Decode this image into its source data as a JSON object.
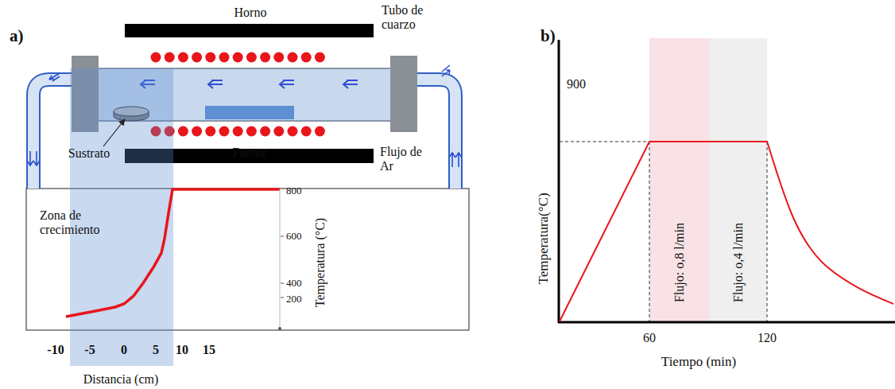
{
  "diagram": {
    "nodes": [
      {
        "text": [
          "Zona de crecimiento"
        ]
      },
      {
        "text": [
          "Flujo: o,8 l/min"
        ]
      },
      {
        "text": [
          "Flujo: o,4 l/min"
        ]
      }
    ],
    "labels": [
      "a)",
      "Horno",
      "Tubo de cuarzo",
      "Sustrato",
      "Fuente",
      "Flujo de Ar",
      "800",
      "600",
      "400",
      "200",
      "Temperatura (°C)",
      "-10",
      "-5",
      "0",
      "5",
      "10",
      "15",
      "Distancia (cm)",
      "b)",
      "900",
      "Temperatura(°C)",
      "60",
      "120",
      "Tiempo (min)"
    ]
  }
}
